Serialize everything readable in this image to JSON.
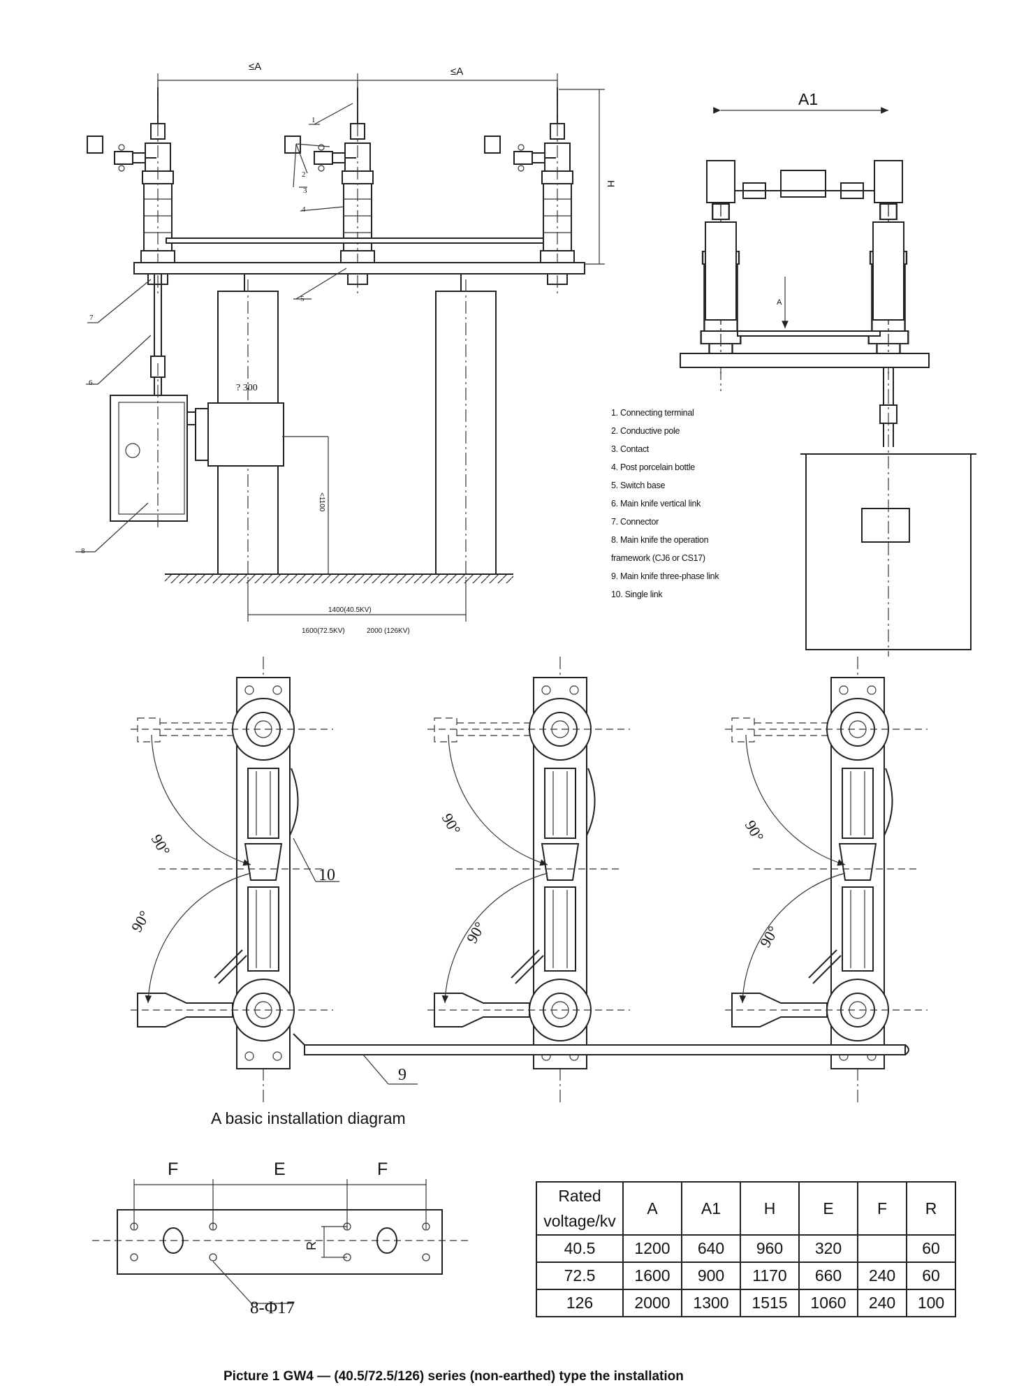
{
  "legend": [
    "1. Connecting terminal",
    "2. Conductive pole",
    "3. Contact",
    "4. Post porcelain bottle",
    "5. Switch base",
    "6. Main knife vertical link",
    "7. Connector",
    "8. Main knife the operation",
    "framework (CJ6 or CS17)",
    "9. Main knife three-phase link",
    "10. Single link"
  ],
  "front_view": {
    "dim_spacing_left": "≤A",
    "dim_spacing_right": "≤A",
    "dim_height": "H",
    "pillar_diameter": "? 300",
    "pillar_height": "<1100",
    "footprint_1": "1400(40.5KV)",
    "footprint_2": "1600(72.5KV)",
    "footprint_3": "2000 (126KV)",
    "callouts": [
      "1",
      "2",
      "3",
      "4",
      "5",
      "6",
      "7",
      "8"
    ]
  },
  "side_view": {
    "dim_a1": "A1",
    "view_arrow": "A"
  },
  "plan_view": {
    "angles": [
      "90°",
      "90°",
      "90°",
      "90°",
      "90°",
      "90°"
    ],
    "callout_single_link": "10",
    "callout_three_phase_link": "9"
  },
  "basic_caption": "A basic installation diagram",
  "base_plate": {
    "dim_f_left": "F",
    "dim_e": "E",
    "dim_f_right": "F",
    "dim_r": "R",
    "holes": "8-Φ17"
  },
  "table": {
    "headers": [
      "Rated voltage/kv",
      "A",
      "A1",
      "H",
      "E",
      "F",
      "R"
    ],
    "rows": [
      [
        "40.5",
        "1200",
        "640",
        "960",
        "320",
        "",
        "60"
      ],
      [
        "72.5",
        "1600",
        "900",
        "1170",
        "660",
        "240",
        "60"
      ],
      [
        "126",
        "2000",
        "1300",
        "1515",
        "1060",
        "240",
        "100"
      ]
    ]
  },
  "main_caption": "Picture 1 GW4 — (40.5/72.5/126) series (non-earthed) type the installation"
}
